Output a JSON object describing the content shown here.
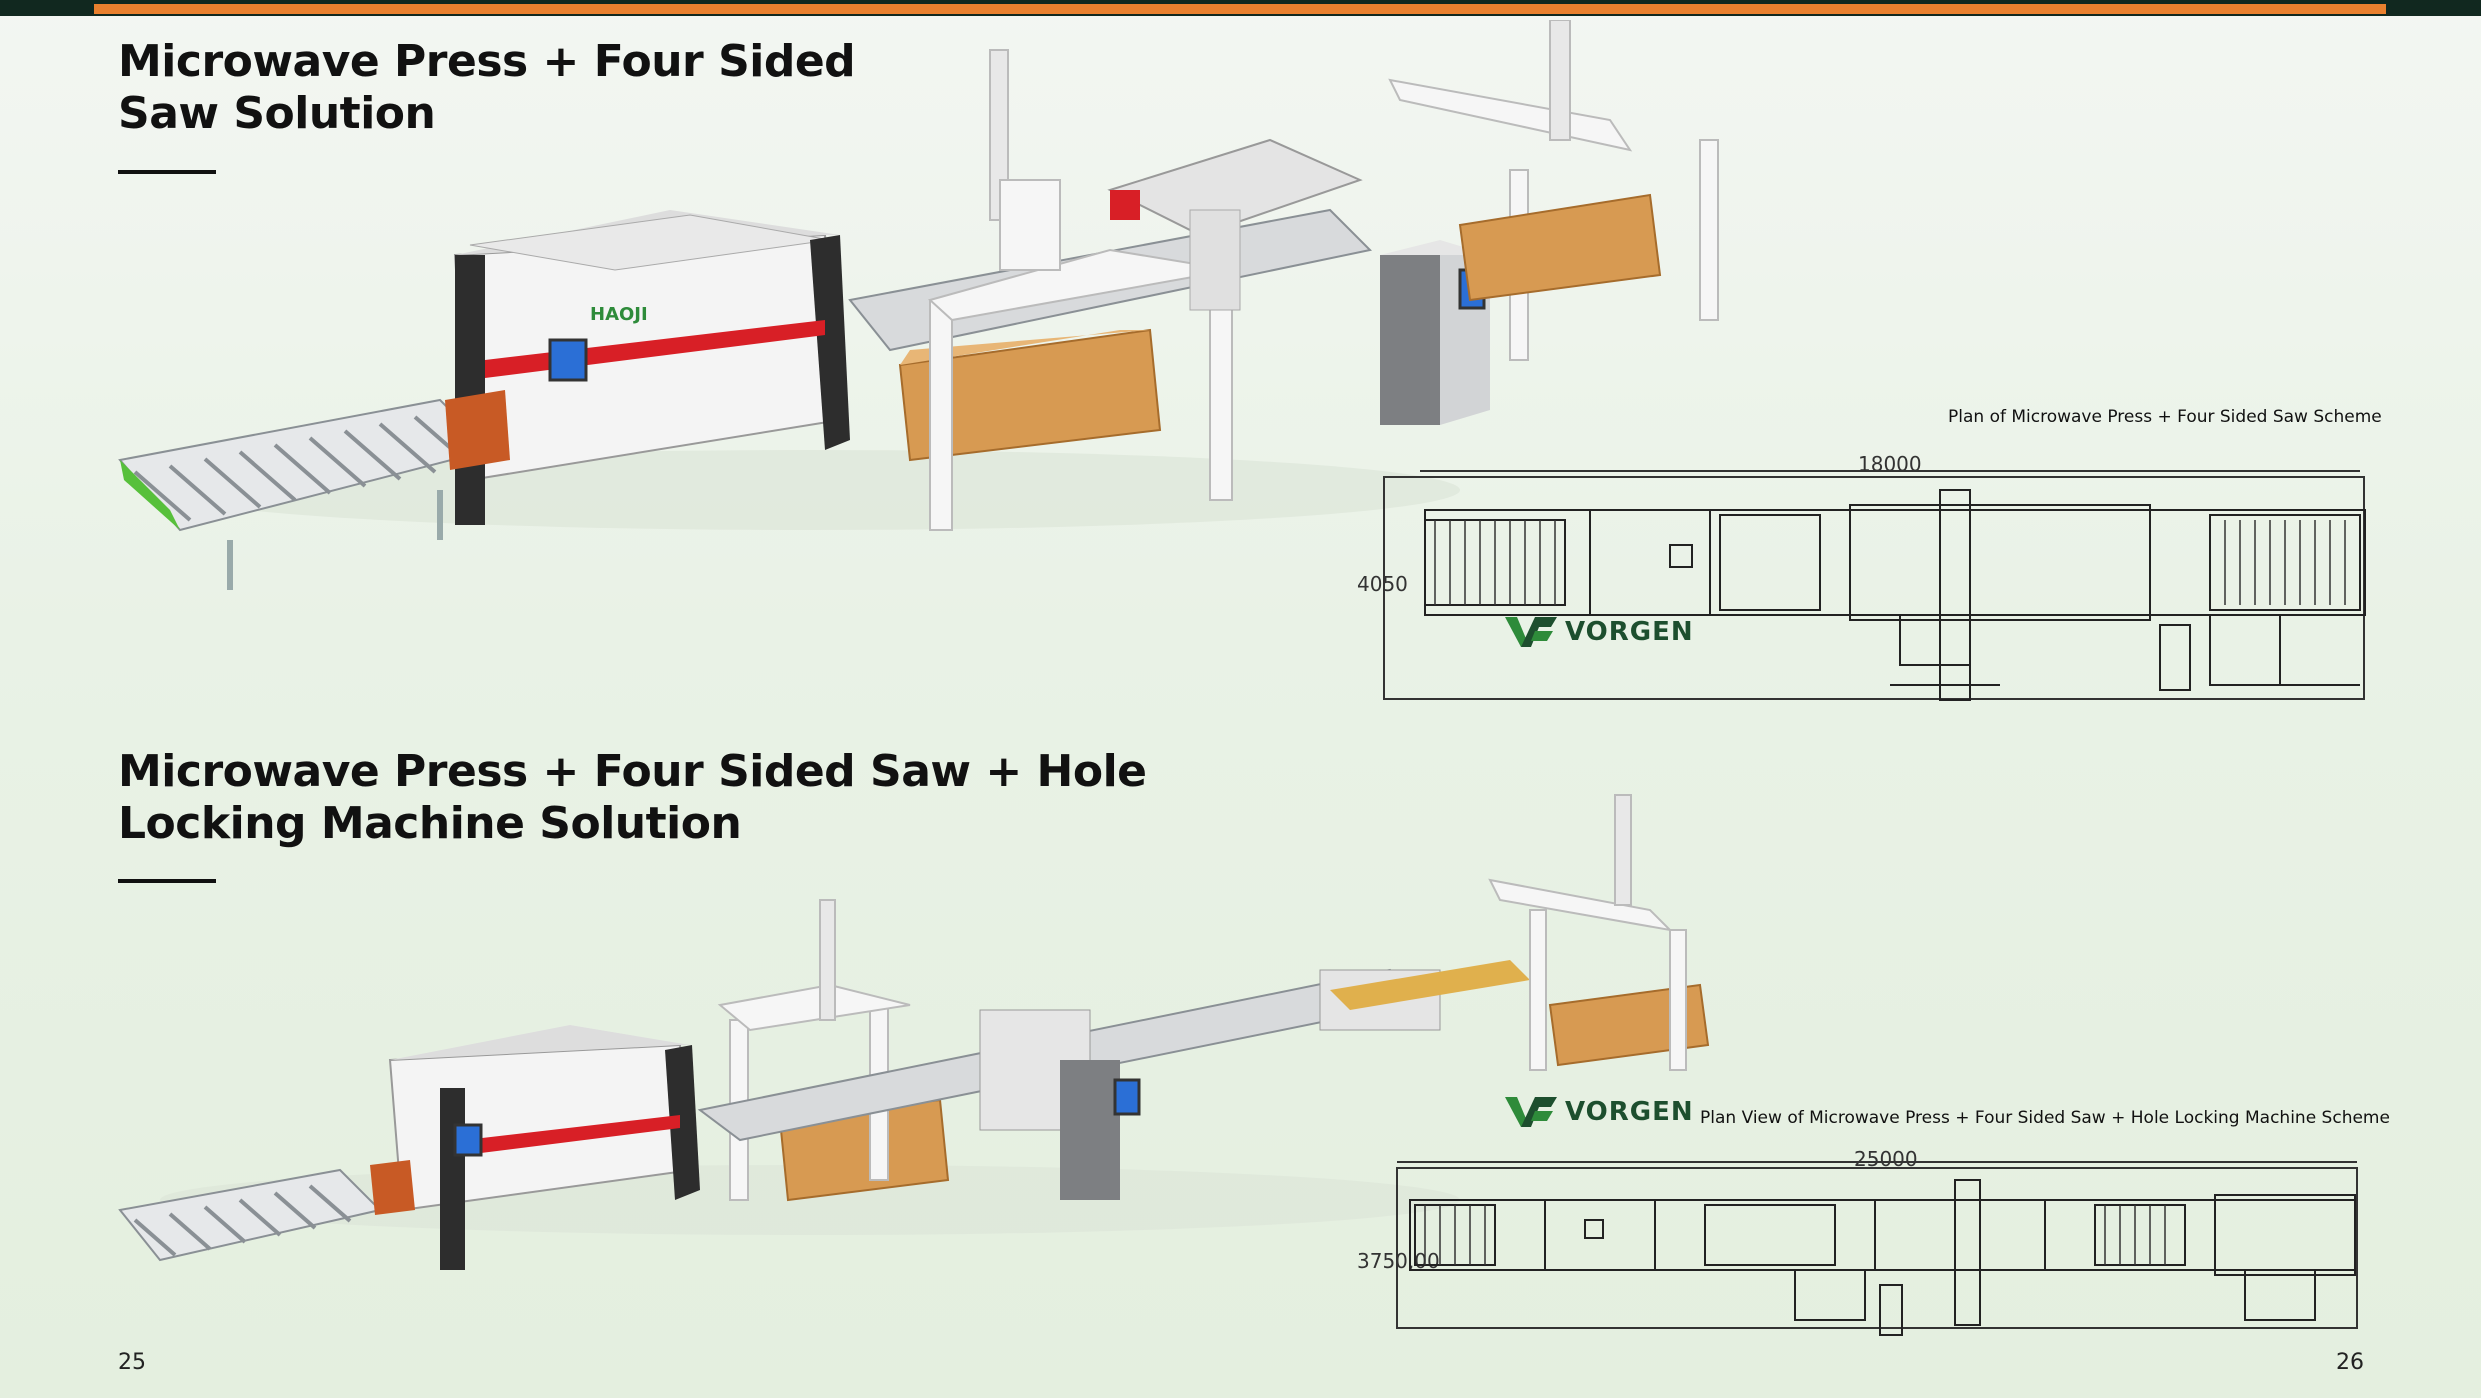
{
  "section1": {
    "title_line1": "Microwave Press + Four Sided",
    "title_line2": "Saw Solution",
    "plan_caption": "Plan of Microwave Press + Four Sided Saw Scheme",
    "dim_width": "18000",
    "dim_height": "4050"
  },
  "section2": {
    "title_line1": "Microwave Press + Four Sided Saw + Hole",
    "title_line2": "Locking Machine Solution",
    "plan_caption": "Plan View of Microwave Press + Four Sided Saw + Hole Locking Machine Scheme",
    "dim_width": "25000",
    "dim_height": "3750,00"
  },
  "brand": {
    "logo_text": "VORGEN",
    "machine_brand": "HAOJI"
  },
  "pages": {
    "left": "25",
    "right": "26"
  },
  "colors": {
    "accent": "#e9802e",
    "dark": "#11281f",
    "logo_green": "#1d4f2e",
    "machine_red": "#d81f26",
    "wood": "#d79a52"
  }
}
